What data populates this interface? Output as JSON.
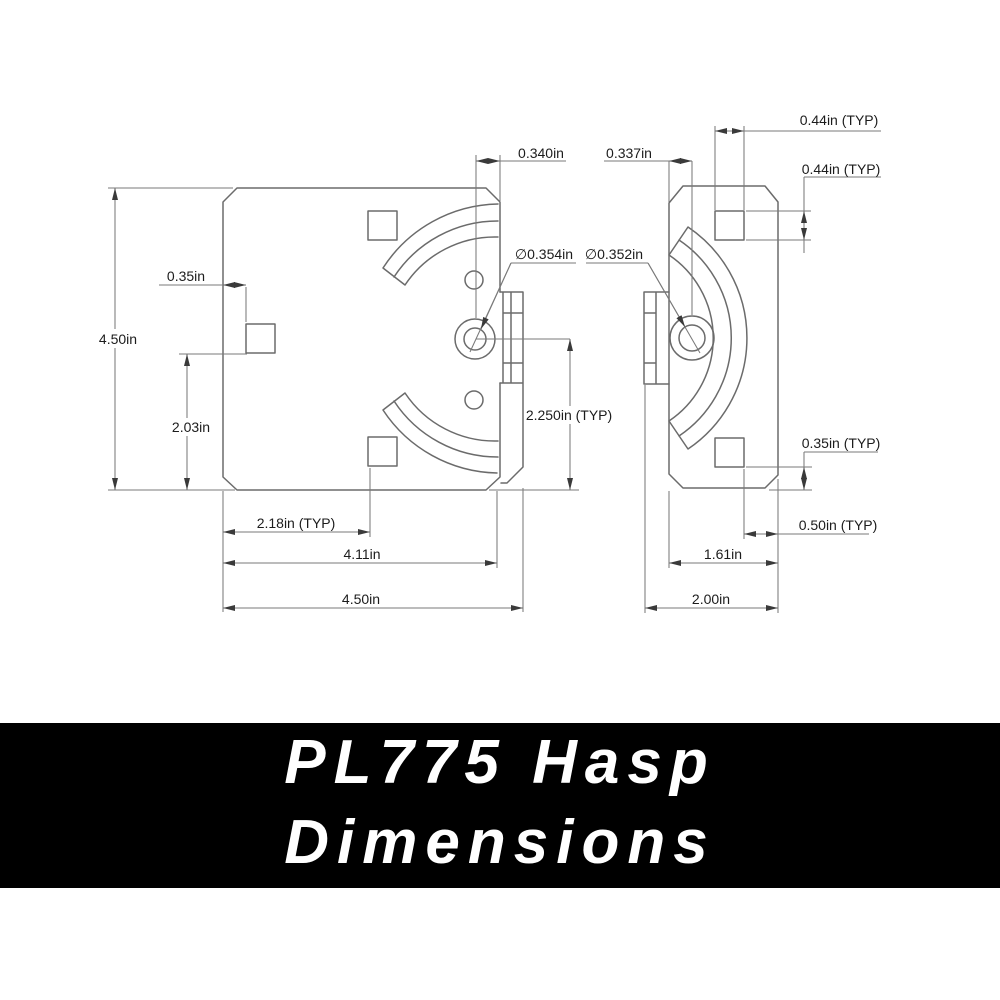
{
  "banner": {
    "line1": "PL775 Hasp",
    "line2": "Dimensions"
  },
  "front": {
    "height": "4.50in",
    "edge_to_slot": "0.35in",
    "slot_to_bottom": "2.03in",
    "hole_to_edge": "0.340in",
    "hole_dia": "∅0.354in",
    "hole_to_bottom": "2.250in (TYP)",
    "left_to_slot": "2.18in (TYP)",
    "body_width": "4.11in",
    "width": "4.50in"
  },
  "side": {
    "edge_to_hole": "0.337in",
    "hole_dia": "∅0.352in",
    "slot_width": "0.44in (TYP)",
    "slot_height": "0.44in (TYP)",
    "slot_to_bottom": "0.35in (TYP)",
    "slot_to_edge": "0.50in (TYP)",
    "body_width": "1.61in",
    "width": "2.00in"
  },
  "colors": {
    "line": "#6b6b6b",
    "dim_line": "#7a7a7a",
    "text": "#1c1c1c",
    "arrow": "#3a3a3a",
    "banner_bg": "#000000",
    "banner_text": "#ffffff"
  }
}
